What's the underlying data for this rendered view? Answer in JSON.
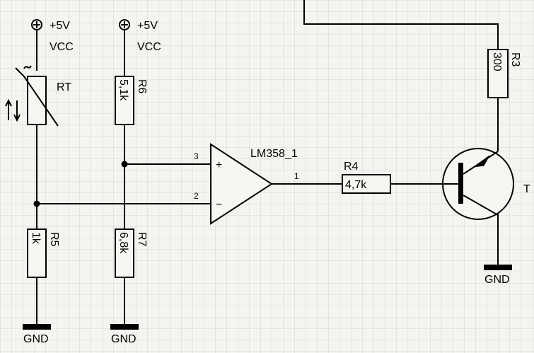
{
  "supplies": {
    "rt": {
      "voltage": "+5V",
      "net": "VCC"
    },
    "r6": {
      "voltage": "+5V",
      "net": "VCC"
    }
  },
  "components": {
    "rt": {
      "ref": "RT"
    },
    "r6": {
      "ref": "R6",
      "value": "5,1k"
    },
    "r5": {
      "ref": "R5",
      "value": "1k"
    },
    "r7": {
      "ref": "R7",
      "value": "6,8k"
    },
    "r4": {
      "ref": "R4",
      "value": "4,7k"
    },
    "r3": {
      "ref": "R3",
      "value": "300"
    },
    "opamp": {
      "ref": "LM358_1",
      "pin_plus": "3",
      "pin_minus": "2",
      "pin_out": "1",
      "plus_sign": "+",
      "minus_sign": "−"
    },
    "transistor": {
      "ref": "T"
    }
  },
  "grounds": {
    "r5": "GND",
    "r7": "GND",
    "transistor": "GND"
  }
}
